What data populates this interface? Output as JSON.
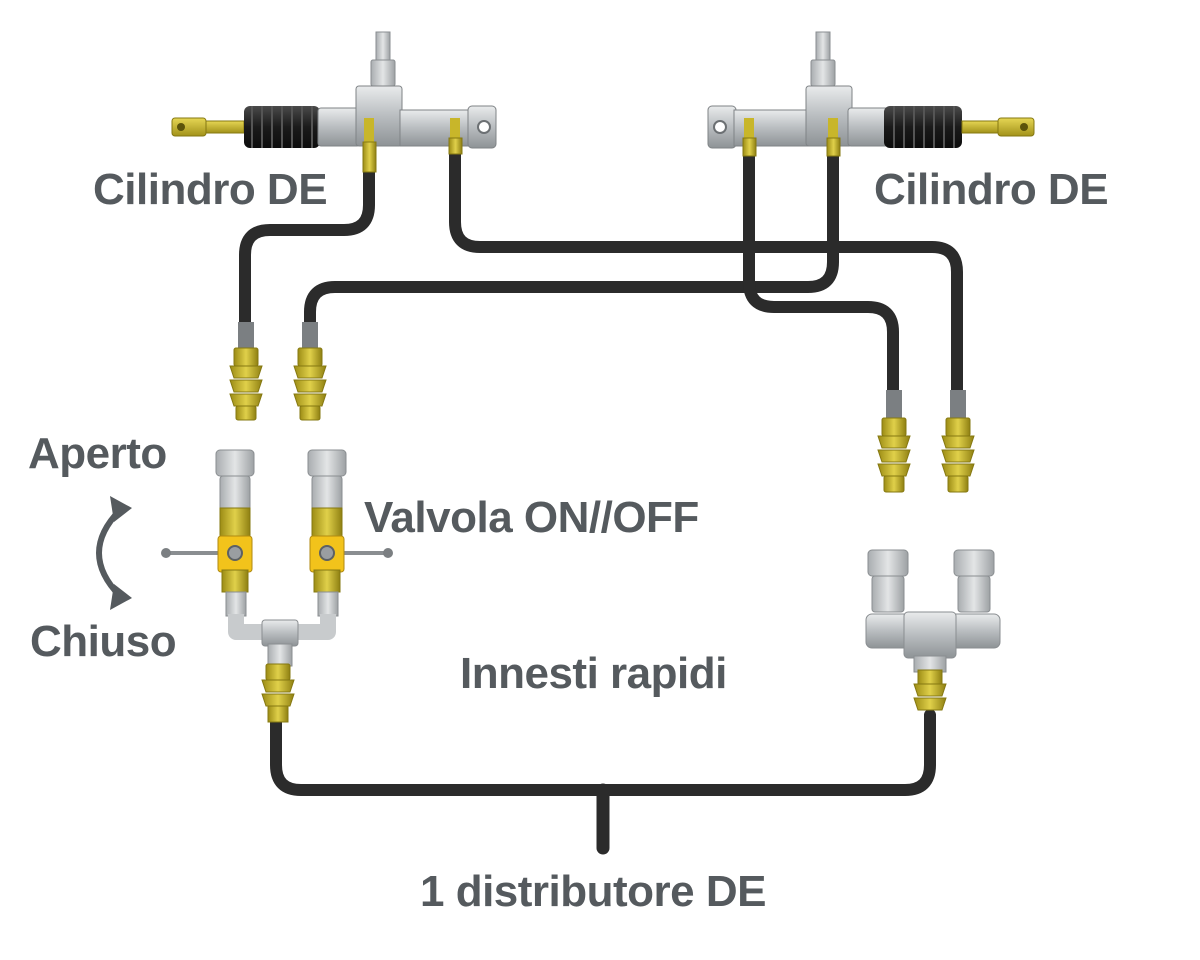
{
  "labels": {
    "cylinder_left": "Cilindro DE",
    "cylinder_right": "Cilindro DE",
    "open": "Aperto",
    "closed": "Chiuso",
    "valve": "Valvola ON//OFF",
    "couplings": "Innesti rapidi",
    "distributor": "1 distributore DE"
  },
  "colors": {
    "hose": "#2b2b2b",
    "brass": "#c8b62a",
    "steel": "#c8cbcd",
    "boot": "#1e1e1e",
    "valve_yellow": "#f2c31b",
    "text": "#555a5e"
  }
}
